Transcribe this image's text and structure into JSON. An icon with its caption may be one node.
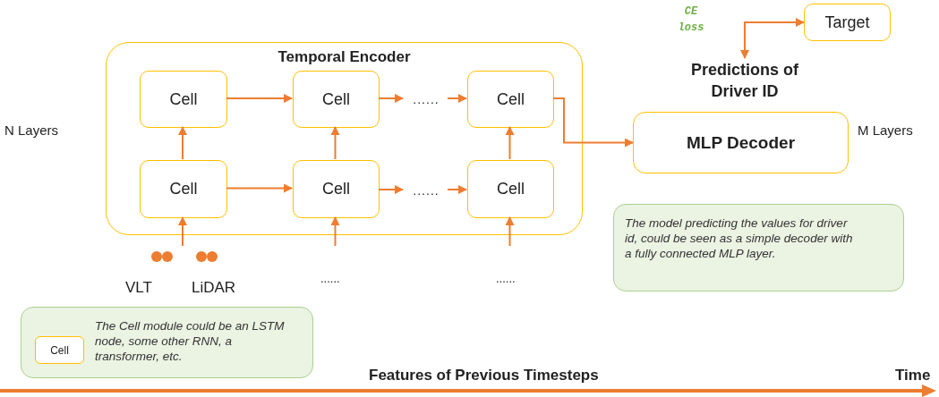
{
  "diagram": {
    "nodes": [
      {
        "text": [
          "Temporal Encoder"
        ]
      },
      {
        "text": [
          "Cell"
        ],
        "in": 0
      },
      {
        "text": [
          "Cell"
        ],
        "in": 0
      },
      {
        "text": [
          "......"
        ],
        "in": 0
      },
      {
        "text": [
          "Cell"
        ],
        "in": 0
      },
      {
        "text": [
          "Cell"
        ],
        "in": 0
      },
      {
        "text": [
          "Cell"
        ],
        "in": 0
      },
      {
        "text": [
          "......"
        ],
        "in": 0
      },
      {
        "text": [
          "Cell"
        ],
        "in": 0
      },
      {
        "text": [
          "MLP Decoder"
        ]
      },
      {
        "text": [
          "Predictions of Driver ID"
        ]
      },
      {
        "text": [
          "Target"
        ]
      },
      {
        "text": [
          "The model predicting the values for driver id, could be seen as a simple decoder with a fully connected MLP layer."
        ]
      },
      {
        "text": [
          "The Cell module could be an LSTM node, some other RNN, a transformer, etc."
        ]
      },
      {
        "text": [
          "Cell"
        ],
        "in": 13
      }
    ],
    "edges": [
      {
        "from": 1,
        "to": 2,
        "arrow": "to"
      },
      {
        "from": 2,
        "to": 3,
        "arrow": "to"
      },
      {
        "from": 3,
        "to": 4,
        "arrow": "to"
      },
      {
        "from": 5,
        "to": 6,
        "arrow": "to"
      },
      {
        "from": 6,
        "to": 7,
        "arrow": "to"
      },
      {
        "from": 7,
        "to": 8,
        "arrow": "to"
      },
      {
        "from": 5,
        "to": 1,
        "arrow": "to"
      },
      {
        "from": 6,
        "to": 2,
        "arrow": "to"
      },
      {
        "from": 8,
        "to": 4,
        "arrow": "to"
      },
      {
        "from": null,
        "to": 5,
        "arrow": "to"
      },
      {
        "from": null,
        "to": 6,
        "arrow": "to"
      },
      {
        "from": null,
        "to": 8,
        "arrow": "to"
      },
      {
        "from": 4,
        "to": 9,
        "arrow": "to"
      },
      {
        "from": 10,
        "to": 11,
        "label": "CE loss",
        "arrow": "both"
      }
    ],
    "labels": [
      "N Layers",
      "M Layers",
      "VLT",
      "LiDAR",
      "......",
      "......",
      "Features of Previous Timesteps",
      "Time"
    ]
  }
}
